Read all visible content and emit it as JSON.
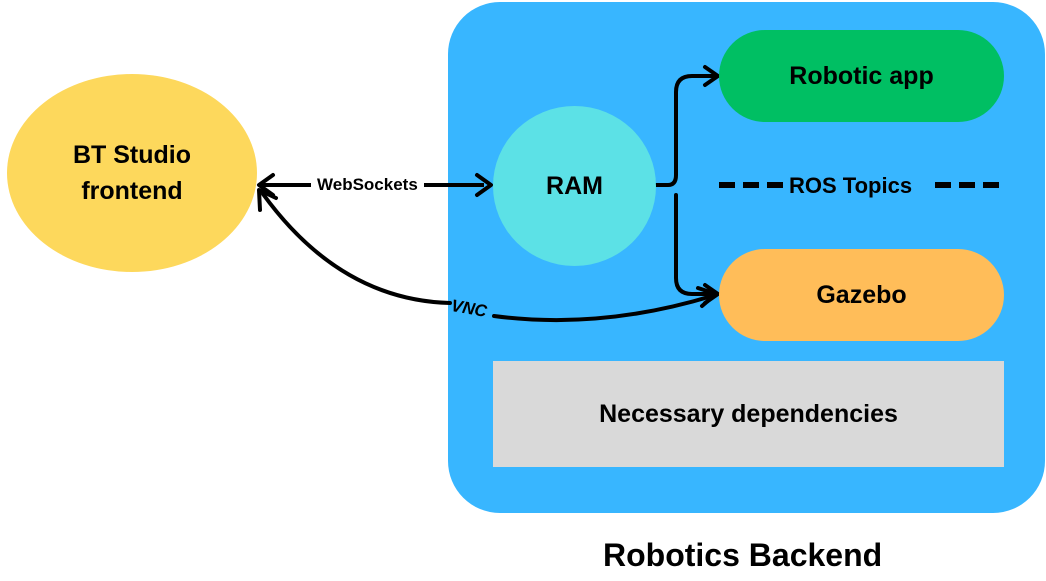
{
  "nodes": {
    "frontend": "BT Studio frontend",
    "ram": "RAM",
    "robotic_app": "Robotic app",
    "gazebo": "Gazebo",
    "dependencies": "Necessary dependencies"
  },
  "edges": {
    "websockets": "WebSockets",
    "vnc": "VNC",
    "ros_topics": "ROS Topics"
  },
  "group": {
    "title": "Robotics Backend"
  },
  "colors": {
    "backend_panel": "#38b6ff",
    "frontend": "#fdd85c",
    "ram": "#5ce1e6",
    "robotic_app": "#00bf63",
    "gazebo": "#ffbd59",
    "dependencies": "#d9d9d9"
  }
}
